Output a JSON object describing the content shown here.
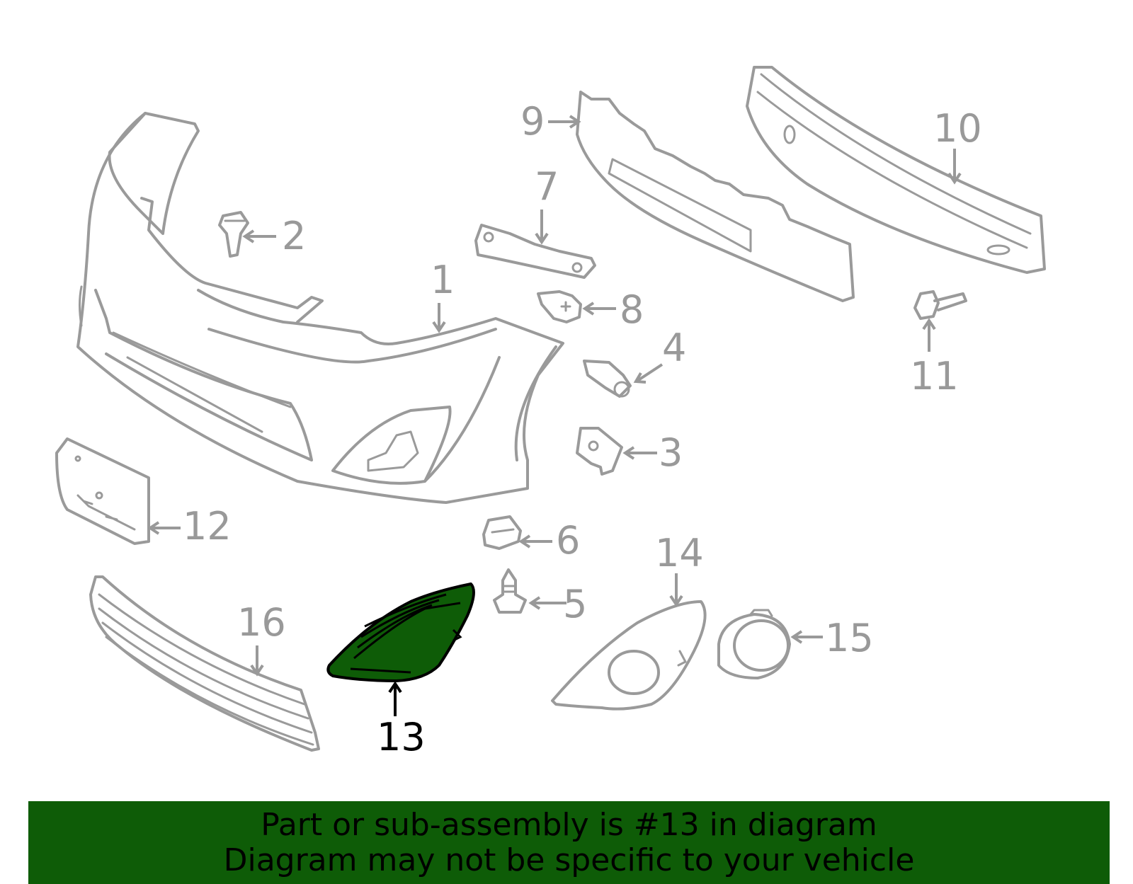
{
  "callouts": [
    {
      "id": "1",
      "text": "1"
    },
    {
      "id": "2",
      "text": "2"
    },
    {
      "id": "3",
      "text": "3"
    },
    {
      "id": "4",
      "text": "4"
    },
    {
      "id": "5",
      "text": "5"
    },
    {
      "id": "6",
      "text": "6"
    },
    {
      "id": "7",
      "text": "7"
    },
    {
      "id": "8",
      "text": "8"
    },
    {
      "id": "9",
      "text": "9"
    },
    {
      "id": "10",
      "text": "10"
    },
    {
      "id": "11",
      "text": "11"
    },
    {
      "id": "12",
      "text": "12"
    },
    {
      "id": "13",
      "text": "13"
    },
    {
      "id": "14",
      "text": "14"
    },
    {
      "id": "15",
      "text": "15"
    },
    {
      "id": "16",
      "text": "16"
    }
  ],
  "highlighted_part": "13",
  "colors": {
    "highlight_fill": "#0e5c07",
    "banner_background": "#0e5c07",
    "outline": "#9a9a9a",
    "callout_text": "#999999"
  },
  "banner": {
    "line1": "Part or sub-assembly is #13 in diagram",
    "line2": "Diagram may not be specific to your vehicle"
  }
}
